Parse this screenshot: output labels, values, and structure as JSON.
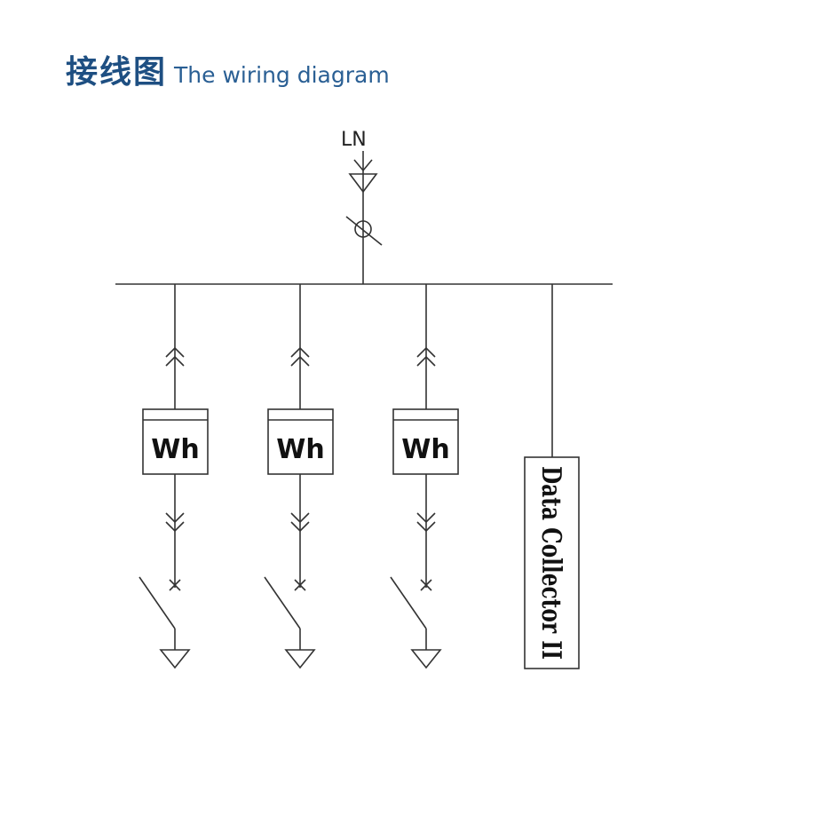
{
  "header": {
    "title_cn": "接线图",
    "title_en": "The wiring diagram"
  },
  "diagram": {
    "supply_label": "LN",
    "meter_label": "Wh",
    "collector_label": "Data Collector II",
    "line_color": "#333333",
    "title_color": "#1e4f82"
  }
}
